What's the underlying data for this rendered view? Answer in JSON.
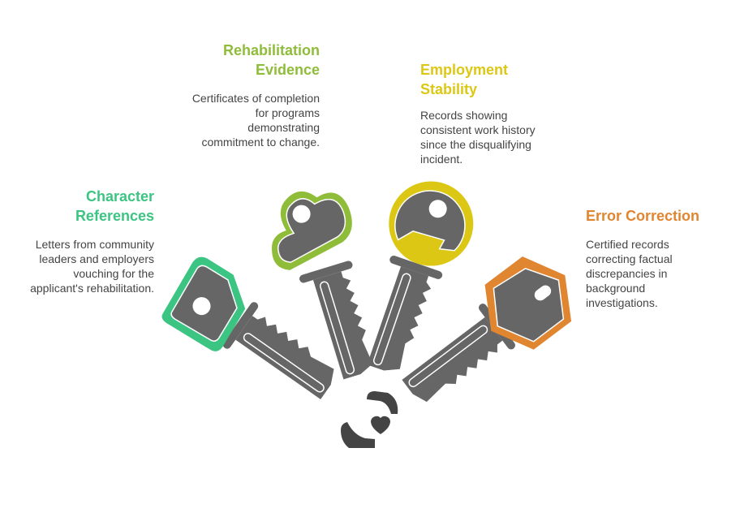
{
  "items": [
    {
      "title": "Rehabilitation Evidence",
      "title_l1": "Rehabilitation",
      "title_l2": "Evidence",
      "desc": "Certificates of completion for programs demonstrating commitment to change.",
      "color": "#8fbd3a"
    },
    {
      "title": "Employment Stability",
      "title_l1": "Employment",
      "title_l2": "Stability",
      "desc": "Records showing consistent work history since the disqualifying incident.",
      "color": "#dcc814"
    },
    {
      "title": "Character References",
      "title_l1": "Character",
      "title_l2": "References",
      "desc": "Letters from community leaders and employers vouching for the applicant's rehabilitation.",
      "color": "#3cc482"
    },
    {
      "title": "Error Correction",
      "desc": "Certified records correcting factual discrepancies in background investigations.",
      "color": "#e08530"
    }
  ],
  "icons": [
    "key-icon",
    "hands-heart-icon"
  ]
}
